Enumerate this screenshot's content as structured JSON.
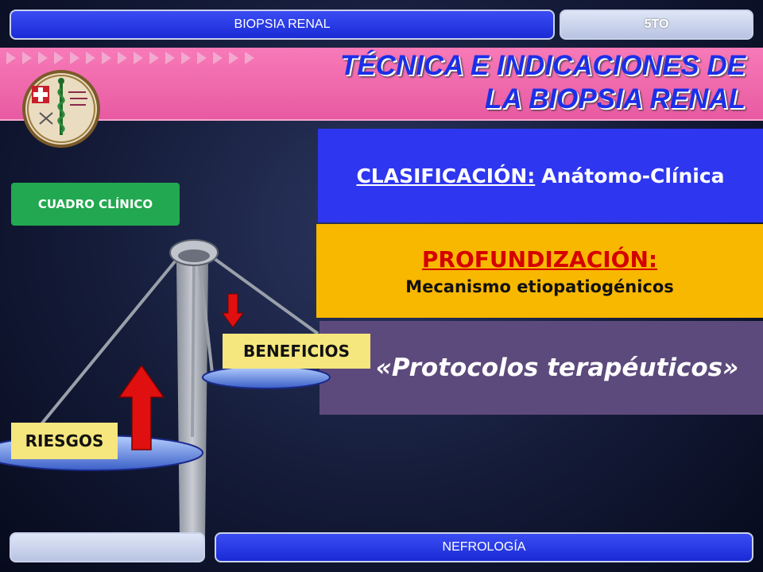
{
  "header": {
    "left_tab": "BIOPSIA RENAL",
    "right_tab": "5TO"
  },
  "title": {
    "line1": "TÉCNICA E INDICACIONES DE",
    "line2": "LA BIOPSIA RENAL"
  },
  "boxes": {
    "clasificacion_label": "CLASIFICACIÓN:",
    "clasificacion_value": "Anátomo-Clínica",
    "profundizacion_label": "PROFUNDIZACIÓN:",
    "profundizacion_value": "Mecanismo etiopatiogénicos",
    "protocolos": "«Protocolos terapéuticos»"
  },
  "tags": {
    "cuadro": "CUADRO CLÍNICO",
    "beneficios": "BENEFICIOS",
    "riesgos": "RIESGOS"
  },
  "footer": {
    "left_tab": "",
    "right_tab": "NEFROLOGÍA"
  },
  "colors": {
    "banner": "#f06aae",
    "title": "#1c2fe8",
    "box_blue": "#2e36f0",
    "box_yellow": "#f8b800",
    "box_purple": "#5d4a7c",
    "tag_green": "#22a850",
    "tag_yellow": "#f5e67e",
    "arrow_red": "#e01010"
  },
  "icons": [
    "play-arrow-icon",
    "caduceus-logo-icon",
    "red-up-arrow-icon",
    "red-down-arrow-icon",
    "balance-scale-icon"
  ]
}
